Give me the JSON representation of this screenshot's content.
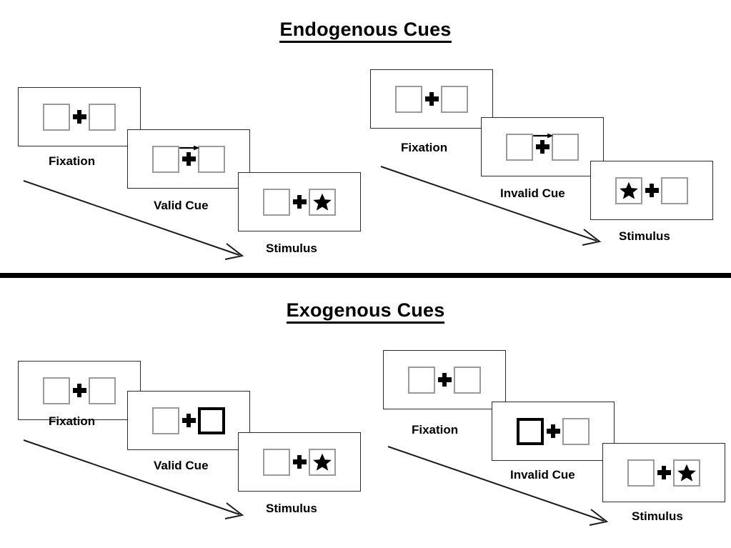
{
  "figure": {
    "type": "diagram",
    "description": "Posner cueing paradigm trial sequences",
    "colors": {
      "background": "#ffffff",
      "panel_border": "#2b2b2b",
      "box_border": "#9a9a9a",
      "cued_box_border": "#000000",
      "ink": "#000000"
    }
  },
  "sections": [
    {
      "id": "endogenous",
      "title": "Endogenous Cues",
      "sequences": [
        {
          "id": "endogenous-valid",
          "cue_type": "valid",
          "frames": [
            {
              "name": "fixation",
              "caption": "Fixation",
              "cue": "none",
              "cued_side": "none",
              "target_side": "none"
            },
            {
              "name": "cue",
              "caption": "Valid Cue",
              "cue": "arrow",
              "cue_direction": "right",
              "cued_side": "right",
              "target_side": "none"
            },
            {
              "name": "stimulus",
              "caption": "Stimulus",
              "cue": "none",
              "cued_side": "none",
              "target_side": "right"
            }
          ]
        },
        {
          "id": "endogenous-invalid",
          "cue_type": "invalid",
          "frames": [
            {
              "name": "fixation",
              "caption": "Fixation",
              "cue": "none",
              "cued_side": "none",
              "target_side": "none"
            },
            {
              "name": "cue",
              "caption": "Invalid Cue",
              "cue": "arrow",
              "cue_direction": "right",
              "cued_side": "right",
              "target_side": "none"
            },
            {
              "name": "stimulus",
              "caption": "Stimulus",
              "cue": "none",
              "cued_side": "none",
              "target_side": "left"
            }
          ]
        }
      ]
    },
    {
      "id": "exogenous",
      "title": "Exogenous Cues",
      "sequences": [
        {
          "id": "exogenous-valid",
          "cue_type": "valid",
          "frames": [
            {
              "name": "fixation",
              "caption": "Fixation",
              "cue": "none",
              "cued_side": "none",
              "target_side": "none"
            },
            {
              "name": "cue",
              "caption": "Valid Cue",
              "cue": "box-flash",
              "cued_side": "right",
              "target_side": "none"
            },
            {
              "name": "stimulus",
              "caption": "Stimulus",
              "cue": "none",
              "cued_side": "none",
              "target_side": "right"
            }
          ]
        },
        {
          "id": "exogenous-invalid",
          "cue_type": "invalid",
          "frames": [
            {
              "name": "fixation",
              "caption": "Fixation",
              "cue": "none",
              "cued_side": "none",
              "target_side": "none"
            },
            {
              "name": "cue",
              "caption": "Invalid Cue",
              "cue": "box-flash",
              "cued_side": "left",
              "target_side": "none"
            },
            {
              "name": "stimulus",
              "caption": "Stimulus",
              "cue": "none",
              "cued_side": "none",
              "target_side": "right"
            }
          ]
        }
      ]
    }
  ],
  "labels": {
    "endogenous_title": "Endogenous Cues",
    "exogenous_title": "Exogenous Cues",
    "fixation": "Fixation",
    "valid_cue": "Valid Cue",
    "invalid_cue": "Invalid Cue",
    "stimulus": "Stimulus"
  },
  "icons": {
    "fixation_cross": "plus-cross-icon",
    "target": "star-icon",
    "cue": "right-arrow-icon",
    "flow": "diagonal-arrow-icon"
  }
}
